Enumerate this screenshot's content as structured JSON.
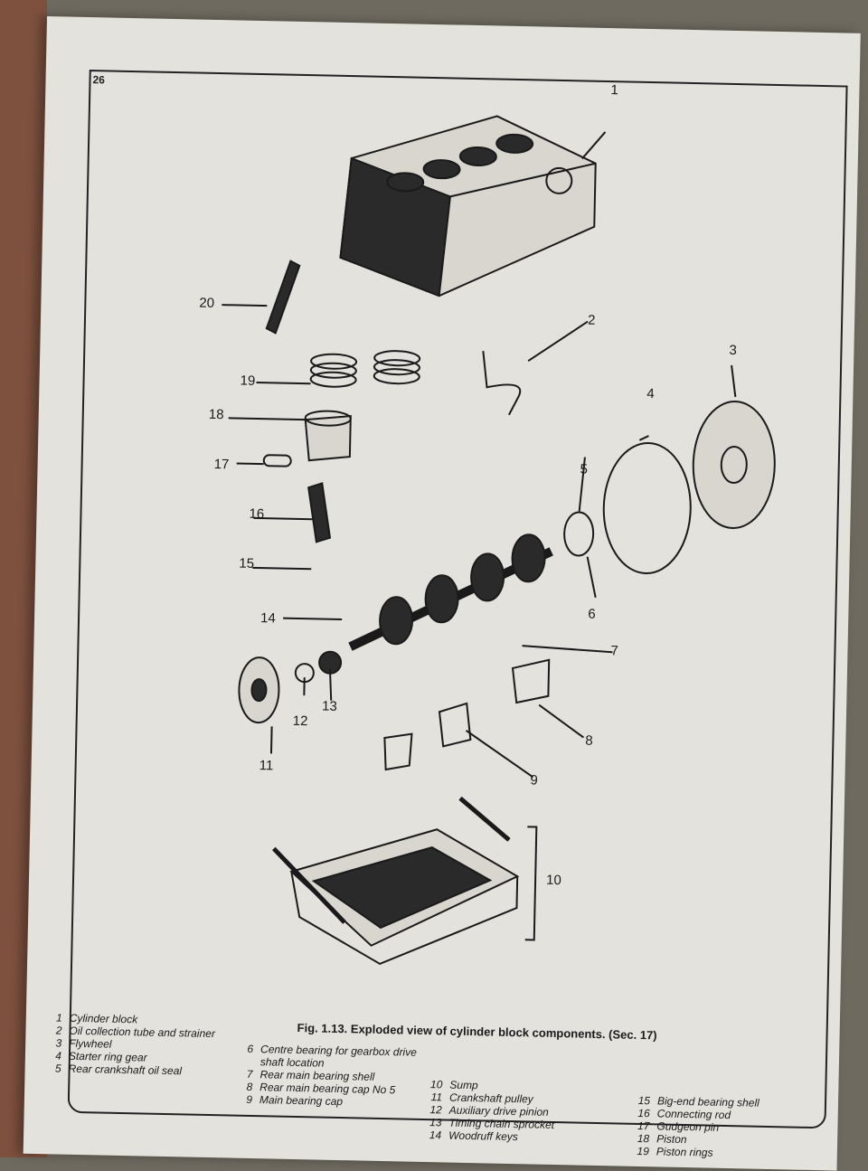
{
  "page_number": "26",
  "figure_caption": "Fig. 1.13. Exploded view of cylinder block components. (Sec. 17)",
  "callouts": [
    "1",
    "2",
    "3",
    "4",
    "5",
    "6",
    "7",
    "8",
    "9",
    "10",
    "11",
    "12",
    "13",
    "14",
    "15",
    "16",
    "17",
    "18",
    "19",
    "20"
  ],
  "legend": [
    {
      "num": "1",
      "text": "Cylinder block"
    },
    {
      "num": "2",
      "text": "Oil collection tube and strainer"
    },
    {
      "num": "3",
      "text": "Flywheel"
    },
    {
      "num": "4",
      "text": "Starter ring gear"
    },
    {
      "num": "5",
      "text": "Rear crankshaft oil seal"
    },
    {
      "num": "6",
      "text": "Centre bearing for gearbox drive shaft location"
    },
    {
      "num": "7",
      "text": "Rear main bearing shell"
    },
    {
      "num": "8",
      "text": "Rear main bearing cap No 5"
    },
    {
      "num": "9",
      "text": "Main bearing cap"
    },
    {
      "num": "10",
      "text": "Sump"
    },
    {
      "num": "11",
      "text": "Crankshaft pulley"
    },
    {
      "num": "12",
      "text": "Auxiliary drive pinion"
    },
    {
      "num": "13",
      "text": "Timing chain sprocket"
    },
    {
      "num": "14",
      "text": "Woodruff keys"
    },
    {
      "num": "15",
      "text": "Big-end bearing shell"
    },
    {
      "num": "16",
      "text": "Connecting rod"
    },
    {
      "num": "17",
      "text": "Gudgeon pin"
    },
    {
      "num": "18",
      "text": "Piston"
    },
    {
      "num": "19",
      "text": "Piston rings"
    }
  ]
}
